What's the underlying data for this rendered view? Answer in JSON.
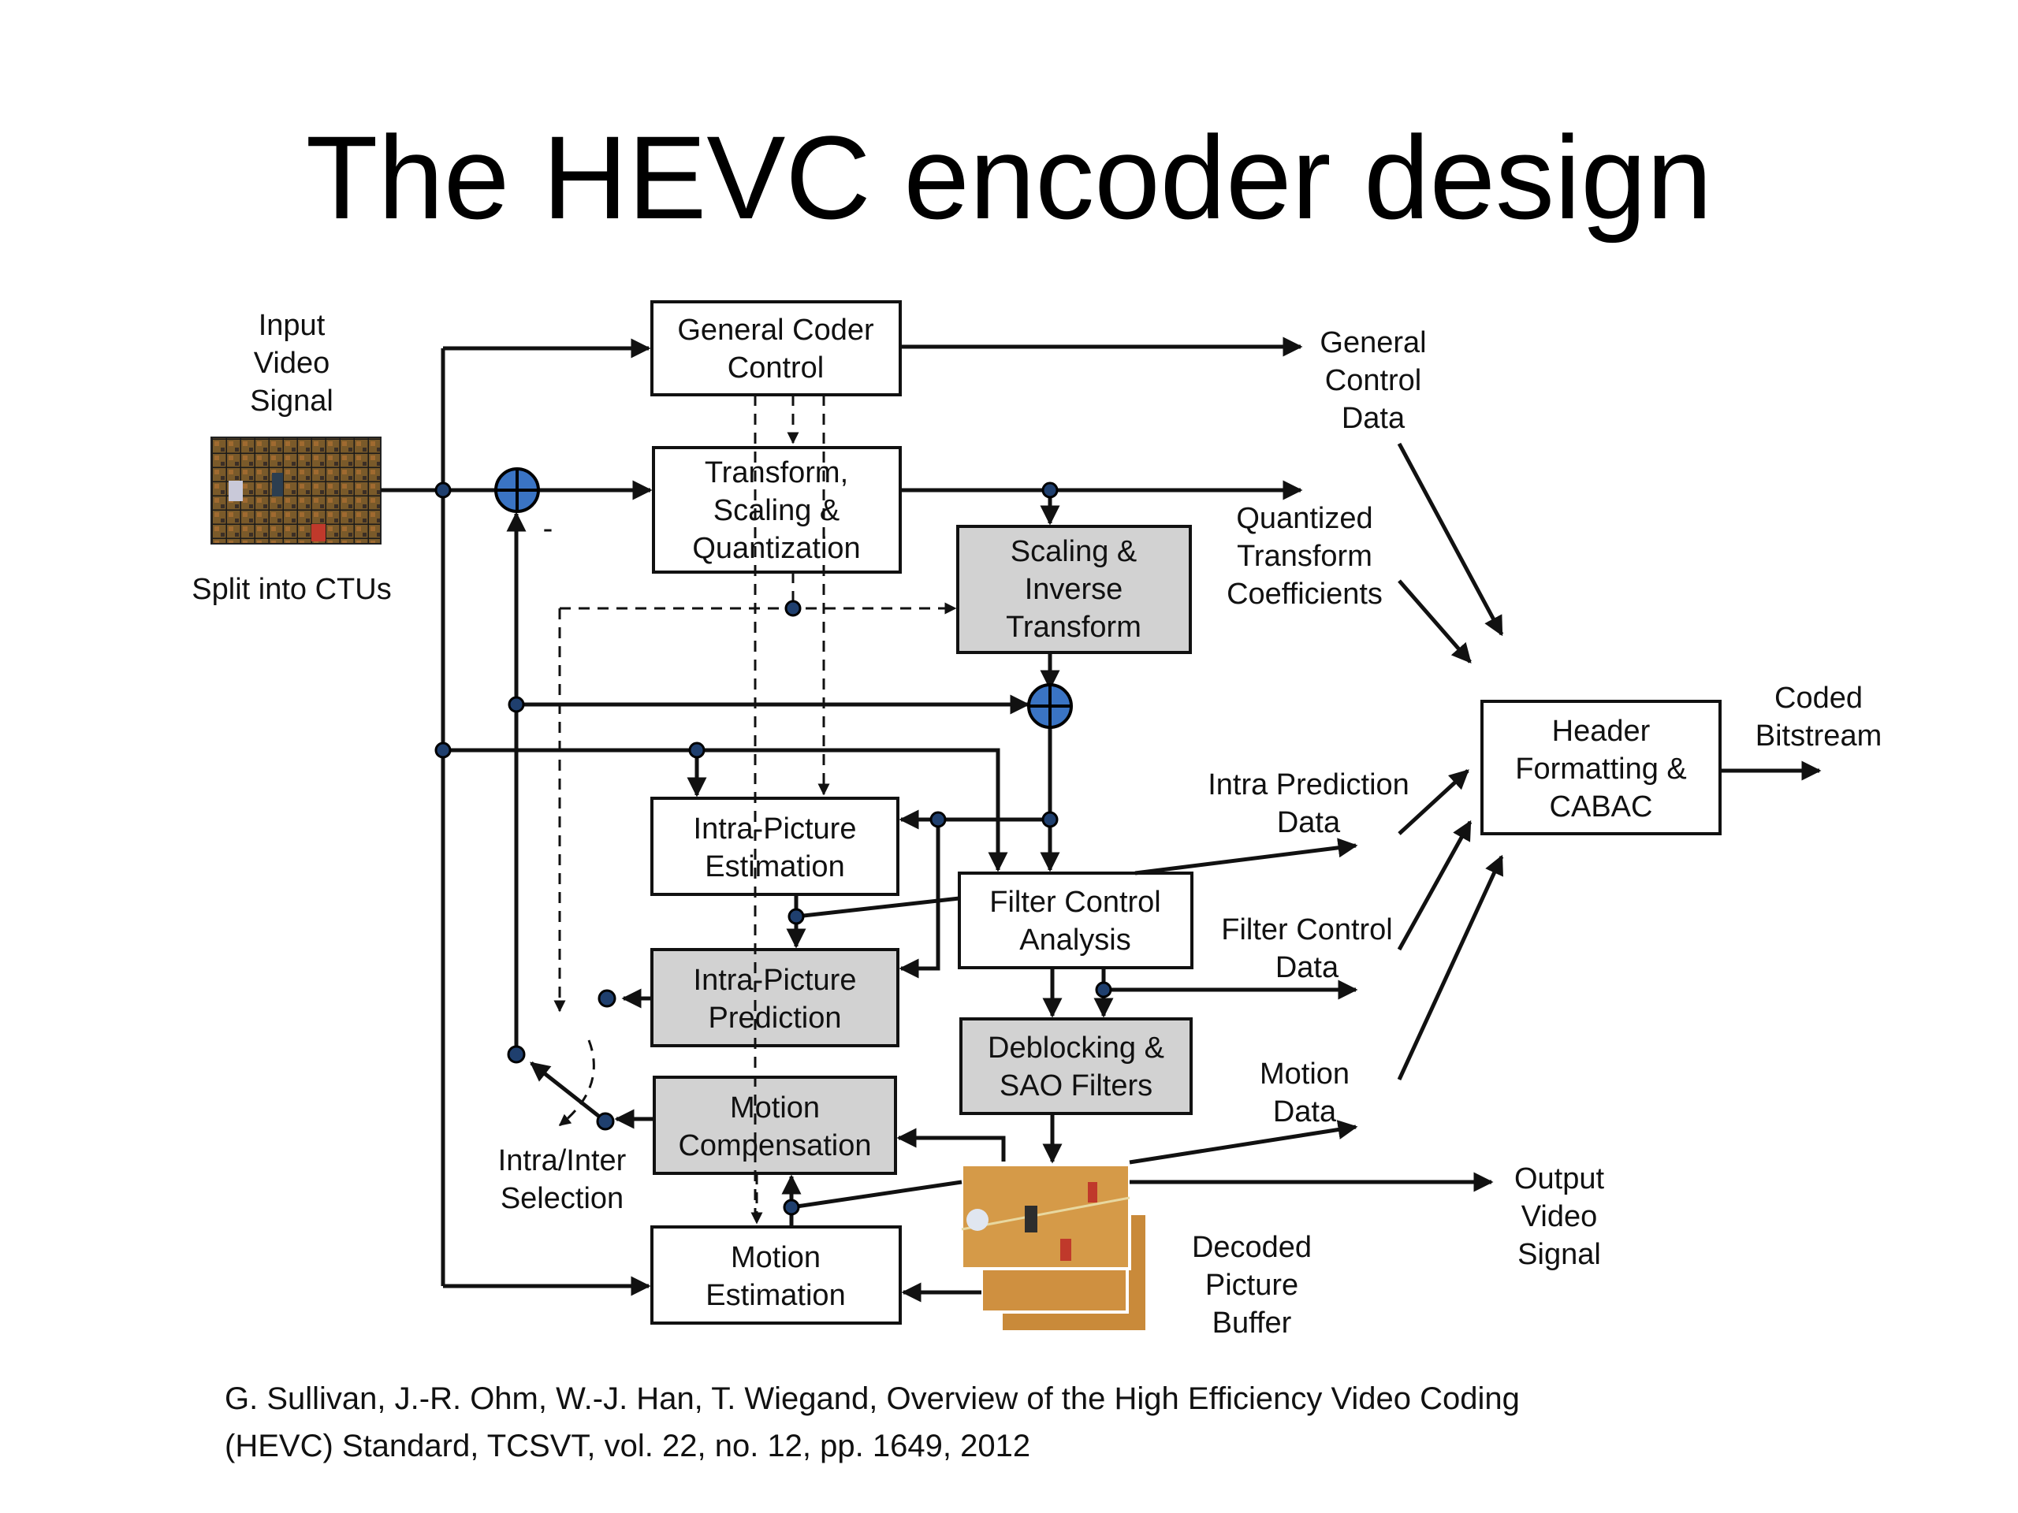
{
  "title": "The HEVC encoder design",
  "labels": {
    "input_video_signal": [
      "Input",
      "Video",
      "Signal"
    ],
    "split_ctus": "Split into CTUs",
    "minus": "-",
    "general_control_data": [
      "General",
      "Control",
      "Data"
    ],
    "quantized_coefficients": [
      "Quantized",
      "Transform",
      "Coefficients"
    ],
    "coded_bitstream": [
      "Coded",
      "Bitstream"
    ],
    "intra_prediction_data": [
      "Intra Prediction",
      "Data"
    ],
    "filter_control_data": [
      "Filter Control",
      "Data"
    ],
    "motion_data": [
      "Motion",
      "Data"
    ],
    "output_video_signal": [
      "Output",
      "Video",
      "Signal"
    ],
    "decoded_picture_buffer": [
      "Decoded",
      "Picture",
      "Buffer"
    ],
    "intra_inter_selection": [
      "Intra/Inter",
      "Selection"
    ]
  },
  "blocks": {
    "general_coder_control": [
      "General Coder",
      "Control"
    ],
    "transform_scaling_quantization": [
      "Transform,",
      "Scaling &",
      "Quantization"
    ],
    "scaling_inverse_transform": [
      "Scaling &",
      "Inverse",
      "Transform"
    ],
    "header_formatting_cabac": [
      "Header",
      "Formatting &",
      "CABAC"
    ],
    "intra_picture_estimation": [
      "Intra-Picture",
      "Estimation"
    ],
    "filter_control_analysis": [
      "Filter Control",
      "Analysis"
    ],
    "intra_picture_prediction": [
      "Intra-Picture",
      "Prediction"
    ],
    "deblocking_sao_filters": [
      "Deblocking &",
      "SAO Filters"
    ],
    "motion_compensation": [
      "Motion",
      "Compensation"
    ],
    "motion_estimation": [
      "Motion",
      "Estimation"
    ]
  },
  "citation": {
    "line1": "G. Sullivan, J.-R. Ohm, W.-J. Han, T. Wiegand, Overview of the High Efficiency Video Coding",
    "line2": "(HEVC) Standard, TCSVT, vol. 22, no. 12, pp. 1649, 2012"
  },
  "colors": {
    "shaded_block": "#d2d2d2",
    "summing_node": "#3a74c4",
    "junction_dot": "#1f3f6e"
  }
}
